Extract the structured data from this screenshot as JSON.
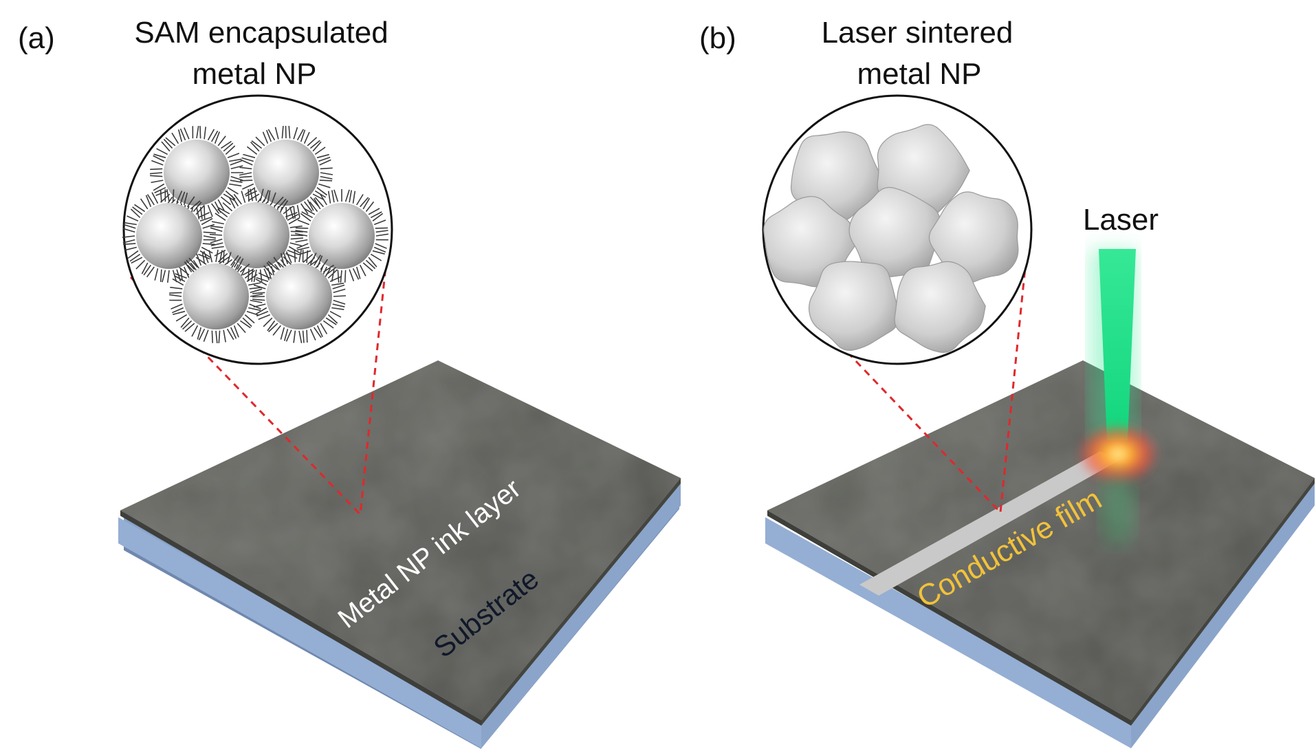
{
  "panel_a": {
    "label": "(a)",
    "title_line1": "SAM encapsulated",
    "title_line2": "metal NP",
    "ink_layer_label": "Metal NP ink layer",
    "substrate_label": "Substrate"
  },
  "panel_b": {
    "label": "(b)",
    "title_line1": "Laser sintered",
    "title_line2": "metal NP",
    "laser_label": "Laser",
    "film_label": "Conductive film"
  },
  "colors": {
    "substrate": "#95aed3",
    "substrate_dark": "#7d95bc",
    "ink_layer": "#5f605b",
    "dashed_line": "#e0282c",
    "laser_green": "#1fe08a",
    "film_label": "#f2c23a",
    "ink_label": "#ffffff",
    "substrate_text": "#10182a"
  }
}
